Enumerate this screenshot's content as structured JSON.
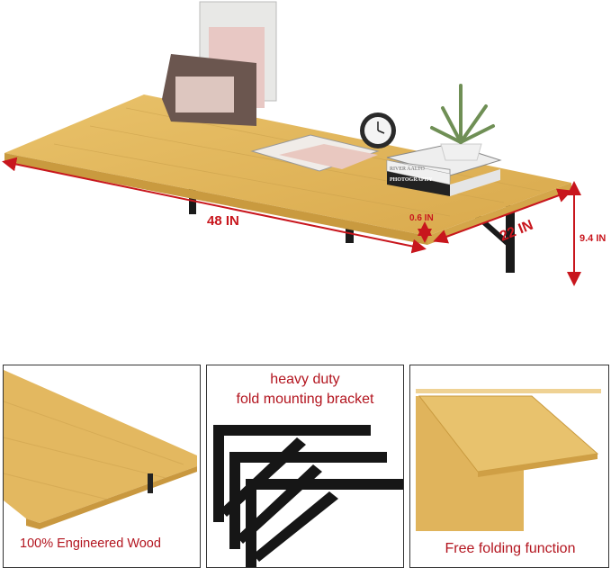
{
  "dimensions": {
    "length": "48 IN",
    "depth": "22 IN",
    "thickness": "0.6 IN",
    "height": "9.4 IN"
  },
  "books": {
    "top": "RIVER AALTO",
    "bottom": "PHOTOGRAPHY"
  },
  "panels": [
    {
      "caption": "100% Engineered Wood"
    },
    {
      "caption_line1": "heavy duty",
      "caption_line2": "fold mounting bracket"
    },
    {
      "caption": "Free folding function"
    }
  ],
  "colors": {
    "wood": "#e2b55a",
    "wood_edge": "#c99a3f",
    "dimension": "#c8161d",
    "bracket": "#1a1a1a"
  }
}
